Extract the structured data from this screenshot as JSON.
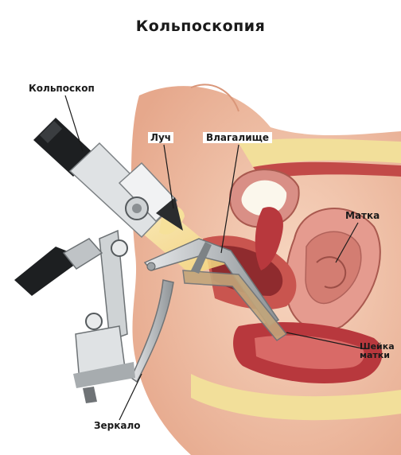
{
  "title": "Кольпоскопия",
  "labels": {
    "colposcope": "Кольпоскоп",
    "ray": "Луч",
    "vagina": "Влагалище",
    "uterus": "Матка",
    "cervix": "Шейка матки",
    "speculum": "Зеркало"
  },
  "icons": {
    "colposcope": "colposcope-device-icon",
    "speculum": "speculum-instrument-icon",
    "anatomy": "pelvic-cross-section-illustration"
  },
  "colors": {
    "skin": "#f3c9ae",
    "tissue": "#d98f86",
    "muscle": "#b8383d",
    "fat": "#f2df9a",
    "instrument": "#c9ccce",
    "light_beam": "#f7e6a0",
    "text": "#1a1a1a"
  }
}
